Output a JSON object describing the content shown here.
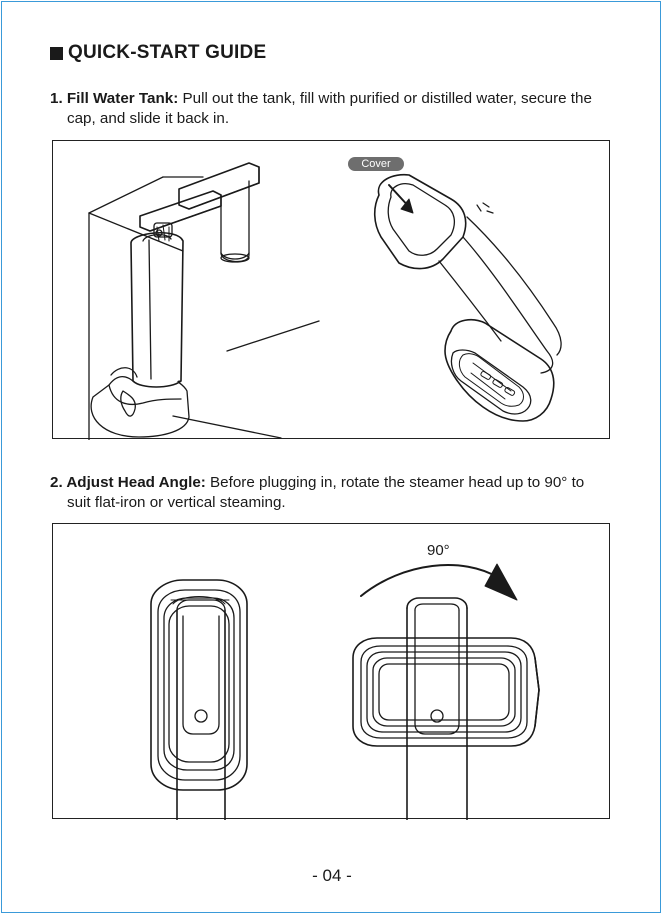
{
  "title": "QUICK-START GUIDE",
  "step1": {
    "label": "1. Fill Water Tank:",
    "text_a": " Pull out the tank, fill with purified or distilled water, secure the",
    "text_b": "cap, and slide it back in.",
    "callout": "Cover"
  },
  "step2": {
    "label": "2. Adjust Head Angle:",
    "text_a": " Before plugging in, rotate the steamer head up to 90° to",
    "text_b": "suit flat-iron or vertical steaming.",
    "angle": "90°"
  },
  "page_number": "- 04 -"
}
